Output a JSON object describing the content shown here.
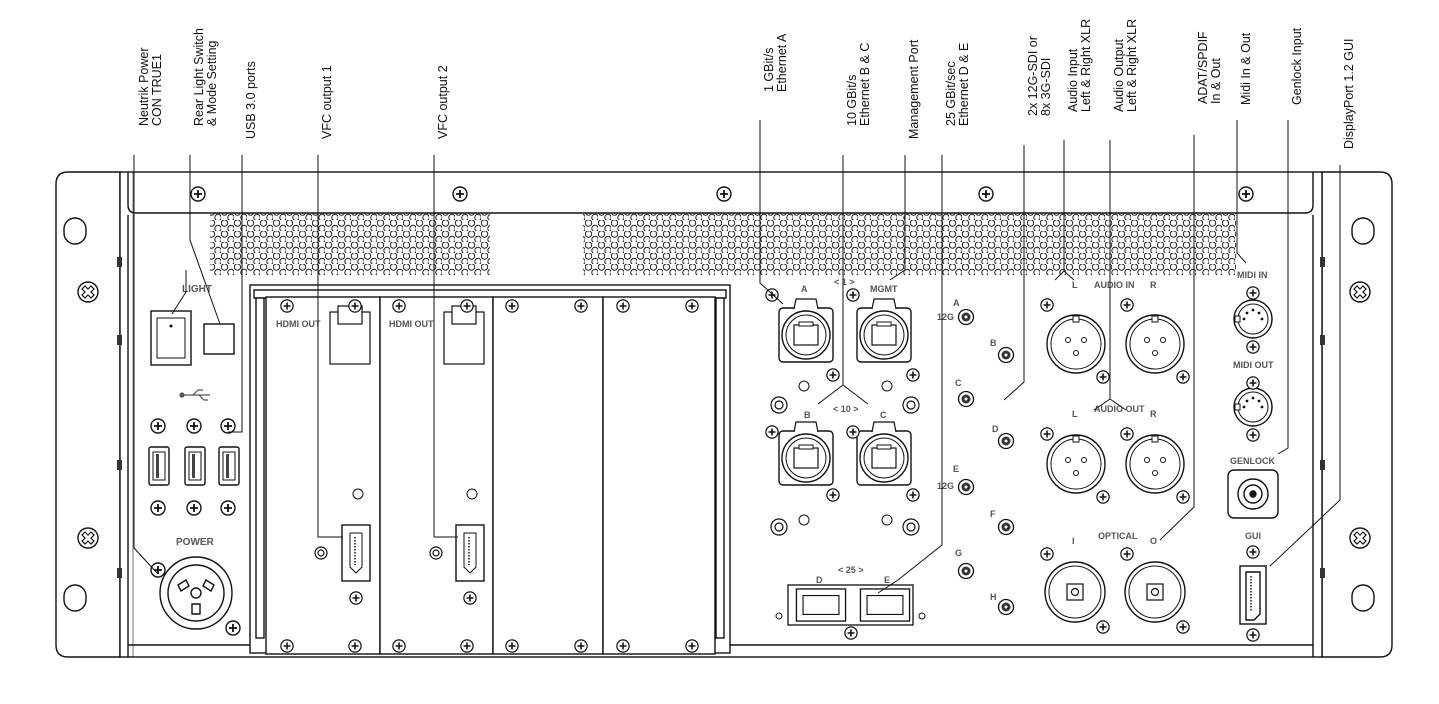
{
  "callouts": {
    "power": "Neutrik Power\nCON TRUE1",
    "light": "Rear Light Switch\n& Mode Setting",
    "usb": "USB 3.0 ports",
    "vfc1": "VFC output 1",
    "vfc2": "VFC output 2",
    "eth_a": "1 GBit/s\nEthernet A",
    "eth_bc": "10 GBit/s\nEthernet B & C",
    "mgmt": "Management Port",
    "eth_de": "25 GBit/sec\nEthernet D & E",
    "sdi": "2x 12G-SDI or\n8x 3G-SDI",
    "audio_in": "Audio Input\nLeft & Right XLR",
    "audio_out": "Audio Output\nLeft & Right XLR",
    "adat": "ADAT/SPDIF\nIn & Out",
    "midi": "Midi In & Out",
    "genlock": "Genlock Input",
    "dp": "DisplayPort 1.2 GUI"
  },
  "panel": {
    "light": "LIGHT",
    "power": "POWER",
    "hdmi_out_1": "HDMI OUT",
    "hdmi_out_2": "HDMI OUT",
    "eth_a": "A",
    "speed_1": "< 1 >",
    "mgmt": "MGMT",
    "eth_b": "B",
    "speed_10": "< 10 >",
    "eth_c": "C",
    "sdi_a": "A",
    "sdi_a_12g": "12G",
    "sdi_b": "B",
    "sdi_c": "C",
    "sdi_d": "D",
    "sdi_e": "E",
    "sdi_e_12g": "12G",
    "sdi_f": "F",
    "sdi_g": "G",
    "sdi_h": "H",
    "speed_25": "< 25 >",
    "eth_d": "D",
    "eth_e": "E",
    "audio_in": "AUDIO IN",
    "audio_in_l": "L",
    "audio_in_r": "R",
    "audio_out": "AUDIO OUT",
    "audio_out_l": "L",
    "audio_out_r": "R",
    "optical": "OPTICAL",
    "optical_i": "I",
    "optical_o": "O",
    "midi_in": "MIDI IN",
    "midi_out": "MIDI OUT",
    "genlock": "GENLOCK",
    "gui": "GUI"
  }
}
